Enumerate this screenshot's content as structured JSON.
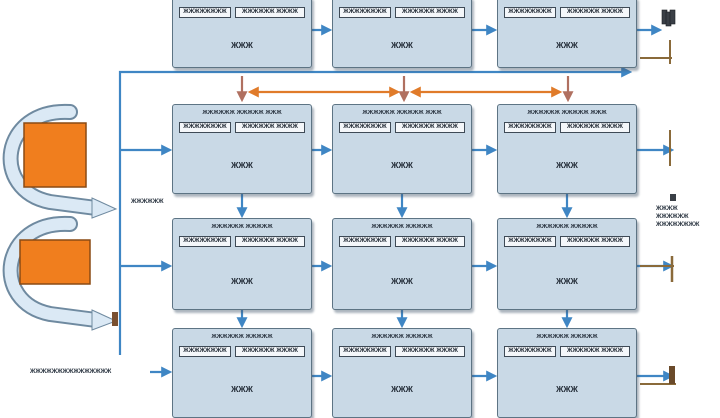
{
  "diagram": {
    "rows": [
      {
        "nodes": [
          {
            "title": "",
            "field_left": "ЖЖЖЖЖЖЖЖ",
            "field_right": "ЖЖЖЖЖЖ ЖЖЖЖ",
            "id": "ЖЖЖ"
          },
          {
            "title": "",
            "field_left": "ЖЖЖЖЖЖЖЖ",
            "field_right": "ЖЖЖЖЖЖ ЖЖЖЖ",
            "id": "ЖЖЖ"
          },
          {
            "title": "",
            "field_left": "ЖЖЖЖЖЖЖЖ",
            "field_right": "ЖЖЖЖЖЖ ЖЖЖЖ",
            "id": "ЖЖЖ"
          }
        ]
      },
      {
        "nodes": [
          {
            "title": "ЖЖЖЖЖЖ ЖЖЖЖЖ ЖЖЖ",
            "field_left": "ЖЖЖЖЖЖЖЖ",
            "field_right": "ЖЖЖЖЖЖ ЖЖЖЖ",
            "id": "ЖЖЖ"
          },
          {
            "title": "ЖЖЖЖЖЖ ЖЖЖЖЖ ЖЖЖ",
            "field_left": "ЖЖЖЖЖЖЖЖ",
            "field_right": "ЖЖЖЖЖЖ ЖЖЖЖ",
            "id": "ЖЖЖ"
          },
          {
            "title": "ЖЖЖЖЖЖ ЖЖЖЖЖ ЖЖЖ",
            "field_left": "ЖЖЖЖЖЖЖЖ",
            "field_right": "ЖЖЖЖЖЖ ЖЖЖЖ",
            "id": "ЖЖЖ"
          }
        ]
      },
      {
        "nodes": [
          {
            "title": "ЖЖЖЖЖЖ ЖЖЖЖЖ",
            "field_left": "ЖЖЖЖЖЖЖЖ",
            "field_right": "ЖЖЖЖЖЖ ЖЖЖЖ",
            "id": "ЖЖЖ"
          },
          {
            "title": "ЖЖЖЖЖЖ ЖЖЖЖЖ",
            "field_left": "ЖЖЖЖЖЖЖЖ",
            "field_right": "ЖЖЖЖЖЖ ЖЖЖЖ",
            "id": "ЖЖЖ"
          },
          {
            "title": "ЖЖЖЖЖЖ ЖЖЖЖЖ",
            "field_left": "ЖЖЖЖЖЖЖЖ",
            "field_right": "ЖЖЖЖЖЖ ЖЖЖЖ",
            "id": "ЖЖЖ"
          }
        ]
      },
      {
        "nodes": [
          {
            "title": "ЖЖЖЖЖЖ ЖЖЖЖЖ",
            "field_left": "ЖЖЖЖЖЖЖЖ",
            "field_right": "ЖЖЖЖЖЖ ЖЖЖЖ",
            "id": "ЖЖЖ"
          },
          {
            "title": "ЖЖЖЖЖЖ ЖЖЖЖЖ",
            "field_left": "ЖЖЖЖЖЖЖЖ",
            "field_right": "ЖЖЖЖЖЖ ЖЖЖЖ",
            "id": "ЖЖЖ"
          },
          {
            "title": "ЖЖЖЖЖЖ ЖЖЖЖЖ",
            "field_left": "ЖЖЖЖЖЖЖЖ",
            "field_right": "ЖЖЖЖЖЖ ЖЖЖЖ",
            "id": "ЖЖЖ"
          }
        ]
      }
    ],
    "left_labels": {
      "middle": "ЖЖЖЖЖЖ",
      "bottom": "ЖЖЖЖЖЖЖЖЖЖЖЖЖЖЖ"
    },
    "right_labels": {
      "middle": [
        "ЖЖЖЖ",
        "ЖЖЖЖЖЖ",
        "ЖЖЖЖЖЖЖЖ"
      ]
    },
    "colors": {
      "node_fill": "#c9d9e6",
      "node_border": "#5d7484",
      "flow_arrow": "#3f86c4",
      "feedback_arrow": "#e07b2a",
      "drop_arrow": "#b07060",
      "source_block": "#f07e1e",
      "loop_fill": "#dbe9f5",
      "loop_stroke": "#6f8aa0",
      "tap_line": "#8a6a3a"
    },
    "icons": [
      "source-block-icon",
      "loop-arrow-icon",
      "cube-stack-icon",
      "tap-icon"
    ]
  }
}
